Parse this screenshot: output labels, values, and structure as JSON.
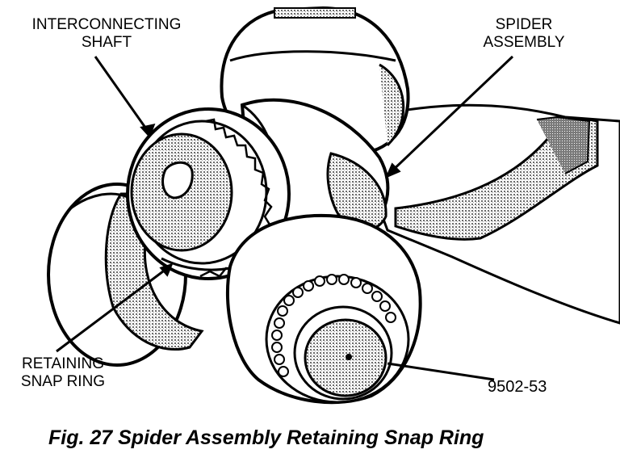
{
  "labels": {
    "interconnecting_shaft": [
      "INTERCONNECTING",
      "SHAFT"
    ],
    "spider_assembly": [
      "SPIDER",
      "ASSEMBLY"
    ],
    "retaining_snap_ring": [
      "RETAINING",
      "SNAP RING"
    ]
  },
  "figure_number": "9502-53",
  "caption": "Fig. 27 Spider Assembly Retaining Snap Ring",
  "colors": {
    "ink": "#000000",
    "shade": "#8a8a8a",
    "paper": "#ffffff"
  }
}
